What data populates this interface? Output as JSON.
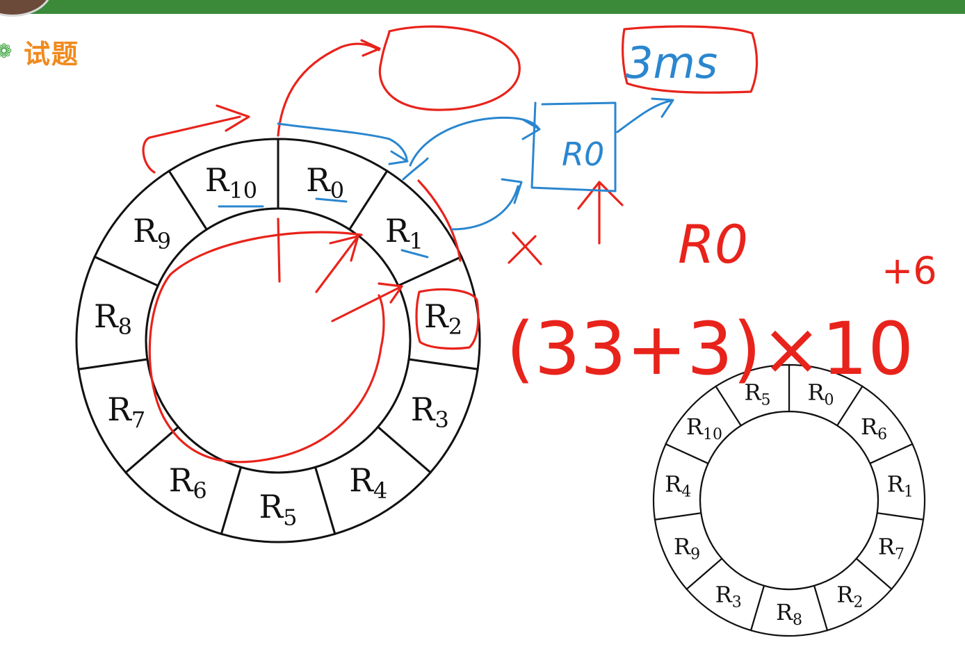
{
  "header": {
    "title": "试题"
  },
  "icons": {
    "section_icon": "flower-icon",
    "avatar": "avatar"
  },
  "colors": {
    "header_bar": "#3a8a3a",
    "title": "#f08a1c",
    "ink_red": "#e8231b",
    "ink_blue": "#2a86cf"
  },
  "ring_large": {
    "records": [
      "R0",
      "R1",
      "R2",
      "R3",
      "R4",
      "R5",
      "R6",
      "R7",
      "R8",
      "R9",
      "R10"
    ]
  },
  "ring_small": {
    "records": [
      "R0",
      "R6",
      "R1",
      "R7",
      "R2",
      "R8",
      "R3",
      "R9",
      "R4",
      "R10",
      "R5"
    ]
  },
  "annotations": {
    "time": "3ms",
    "boxed_record": "R0",
    "record": "R0",
    "x_mark": "x",
    "formula": "(33+3)×10",
    "exponent": "+6"
  }
}
